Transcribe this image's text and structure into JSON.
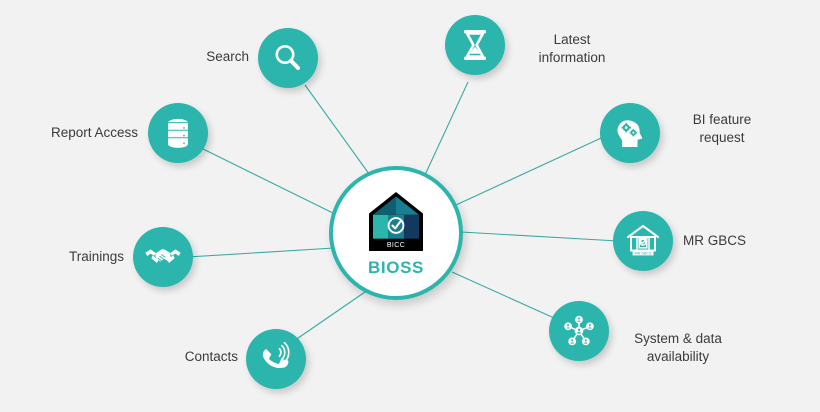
{
  "diagram": {
    "title": "BIOSS hub and spoke service map",
    "background_color": "#f2f2f2",
    "accent_color": "#2bb5ac",
    "label_color": "#3b3b3b",
    "edge_color": "#3aa9a2"
  },
  "center": {
    "name": "BIOSS",
    "logo_text": "BICC",
    "logo_icon": "house-shield-check-icon",
    "logo_colors": {
      "roof_left": "#0f5f72",
      "roof_right": "#1a7e93",
      "panel_left": "#2bb5ac",
      "panel_center": "#1a7e93",
      "panel_right": "#123a5e",
      "band": "#000000",
      "outline": "#000000"
    }
  },
  "nodes": [
    {
      "id": "search",
      "label": "Search",
      "icon": "magnifier-icon",
      "label_side": "left"
    },
    {
      "id": "latest-information",
      "label": "Latest\ninformation",
      "icon": "hourglass-icon",
      "label_side": "right"
    },
    {
      "id": "bi-feature-request",
      "label": "BI feature\nrequest",
      "icon": "head-gears-icon",
      "label_side": "right"
    },
    {
      "id": "mr-gbcs",
      "label": "MR GBCS",
      "icon": "building-check-icon",
      "label_side": "right"
    },
    {
      "id": "system-data-availability",
      "label": "System & data\navailability",
      "icon": "network-hub-icon",
      "label_side": "right"
    },
    {
      "id": "contacts",
      "label": "Contacts",
      "icon": "phone-ringing-icon",
      "label_side": "left"
    },
    {
      "id": "trainings",
      "label": "Trainings",
      "icon": "handshake-icon",
      "label_side": "left"
    },
    {
      "id": "report-access",
      "label": "Report Access",
      "icon": "database-icon",
      "label_side": "left"
    }
  ]
}
